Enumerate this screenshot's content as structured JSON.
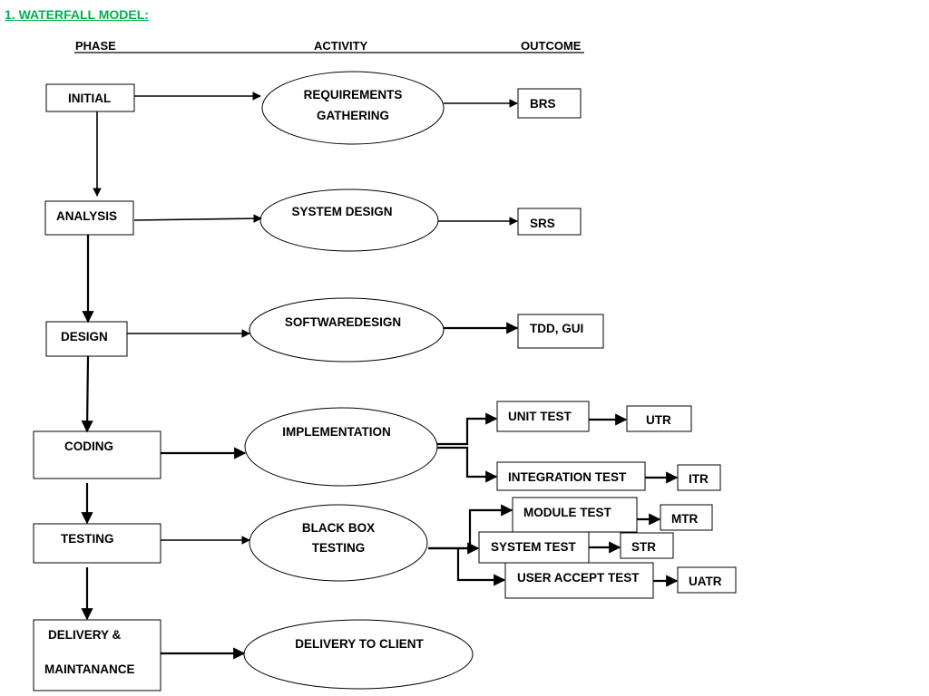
{
  "title": "1. WATERFALL MODEL:",
  "headers": {
    "phase": "PHASE",
    "activity": "ACTIVITY",
    "outcome": "OUTCOME"
  },
  "phases": [
    "INITIAL",
    "ANALYSIS",
    "DESIGN",
    "CODING",
    "TESTING",
    "DELIVERY &",
    "MAINTANANCE"
  ],
  "activities": [
    [
      "REQUIREMENTS",
      "GATHERING"
    ],
    [
      "SYSTEM DESIGN"
    ],
    [
      "SOFTWAREDESIGN"
    ],
    [
      "IMPLEMENTATION"
    ],
    [
      "BLACK BOX",
      "TESTING"
    ],
    [
      "DELIVERY TO CLIENT"
    ]
  ],
  "outcomes": [
    "BRS",
    "SRS",
    "TDD, GUI"
  ],
  "tests": [
    "UNIT TEST",
    "INTEGRATION TEST",
    "MODULE TEST",
    "SYSTEM TEST",
    "USER ACCEPT TEST"
  ],
  "reports": [
    "UTR",
    "ITR",
    "MTR",
    "STR",
    "UATR"
  ],
  "colors": {
    "title": "#00b050",
    "stroke": "#000000"
  }
}
